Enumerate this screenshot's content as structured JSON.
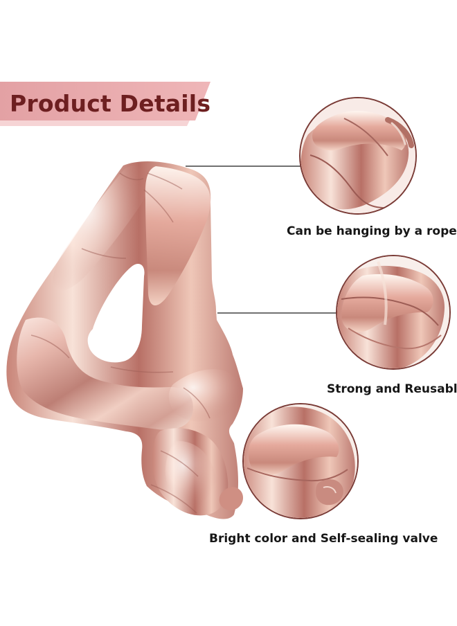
{
  "banner": {
    "title": "Product Details"
  },
  "features": [
    {
      "label": "Can be hanging by a rope",
      "icon": "hanging-loop-detail-icon"
    },
    {
      "label": "Strong and Reusable",
      "icon": "balloon-bend-detail-icon"
    },
    {
      "label": "Bright color and Self-sealing valve",
      "icon": "valve-detail-icon"
    }
  ],
  "colors": {
    "banner_pink": "#e6a6a9",
    "banner_shadow": "#f3d0d1",
    "title_text": "#6d1f20",
    "rose_gold_light": "#f6d8cf",
    "rose_gold_mid": "#d99d92",
    "rose_gold_dark": "#9c5d55",
    "callout_line": "#4a4a4a",
    "circle_ring": "#7a3b36"
  }
}
